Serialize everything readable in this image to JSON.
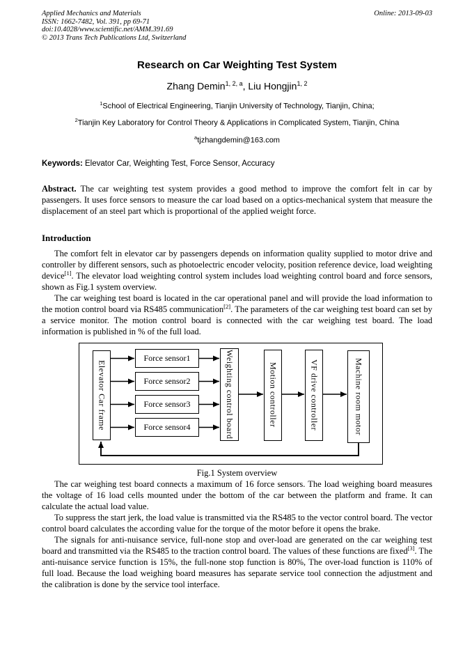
{
  "header": {
    "journal": "Applied Mechanics and Materials",
    "issn_line": "ISSN: 1662-7482, Vol. 391, pp 69-71",
    "doi_line": "doi:10.4028/www.scientific.net/AMM.391.69",
    "copyright_line": "© 2013 Trans Tech Publications Ltd, Switzerland",
    "online_date": "Online: 2013-09-03"
  },
  "title": "Research on Car Weighting Test System",
  "authors": {
    "author1_name": "Zhang Demin",
    "author1_sup": "1, 2, a",
    "separator": ", ",
    "author2_name": "Liu Hongjin",
    "author2_sup": "1, 2"
  },
  "affiliations": [
    {
      "sup": "1",
      "text": "School of Electrical Engineering, Tianjin University of Technology, Tianjin, China;"
    },
    {
      "sup": "2",
      "text": "Tianjin Key Laboratory for Control Theory & Applications in Complicated System, Tianjin, China"
    }
  ],
  "email": {
    "sup": "a",
    "text": "tjzhangdemin@163.com"
  },
  "keywords": {
    "label": "Keywords:",
    "value": "Elevator Car, Weighting Test, Force Sensor, Accuracy"
  },
  "abstract": {
    "label": "Abstract.",
    "text": "The car weighting test system provides a good method to improve the comfort felt in car by passengers. It uses force sensors to measure the car load based on a optics-mechanical system that measure the displacement of an steel part which is proportional of the applied weight force."
  },
  "introduction": {
    "heading": "Introduction",
    "p1": {
      "t1": "The comfort felt in elevator car by passengers depends on information quality supplied to motor drive and controller by different sensors, such as photoelectric encoder velocity, position reference device, load weighting device",
      "sup": "[1]",
      "t2": ". The elevator load weighting control system includes load weighting control board and force sensors, shown as Fig.1 system overview."
    },
    "p2": {
      "t1": "The car weighing test board is located in the car operational panel and will provide the load information to the motion control board via RS485 communication",
      "sup": "[2]",
      "t2": ". The parameters of the car weighing test board can set by a service monitor. The motion control board is connected with the car weighing test board. The load information is published in % of the full load."
    },
    "p3": "The car weighing test board connects a maximum of 16 force sensors. The load weighing board measures the voltage of 16 load cells mounted under the bottom of the car between the platform and frame. It can calculate the actual load value.",
    "p4": "To suppress the start jerk, the load value is transmitted via the RS485 to the vector control board. The vector control board calculates the according value for the torque of the motor before it opens the brake.",
    "p5": {
      "t1": "The signals for anti-nuisance service, full-none stop and over-load are generated on the car weighing test board and transmitted via the RS485 to the traction control board. The values of these functions are fixed",
      "sup": "[3]",
      "t2": ". The anti-nuisance service function is 15%, the full-none stop function is 80%, The over-load function is 110% of full load. Because the load weighing board measures has separate service tool connection the adjustment and the calibration is done by the service tool interface."
    }
  },
  "figure": {
    "caption": "Fig.1 System overview",
    "elevator_frame": "Elevator Car frame",
    "force_sensors": [
      "Force sensor1",
      "Force sensor2",
      "Force sensor3",
      "Force sensor4"
    ],
    "weighting_board": "Weighting control board",
    "motion_controller": "Motion controller",
    "vf_controller": "VF drive controller",
    "machine_motor": "Machine room motor"
  }
}
